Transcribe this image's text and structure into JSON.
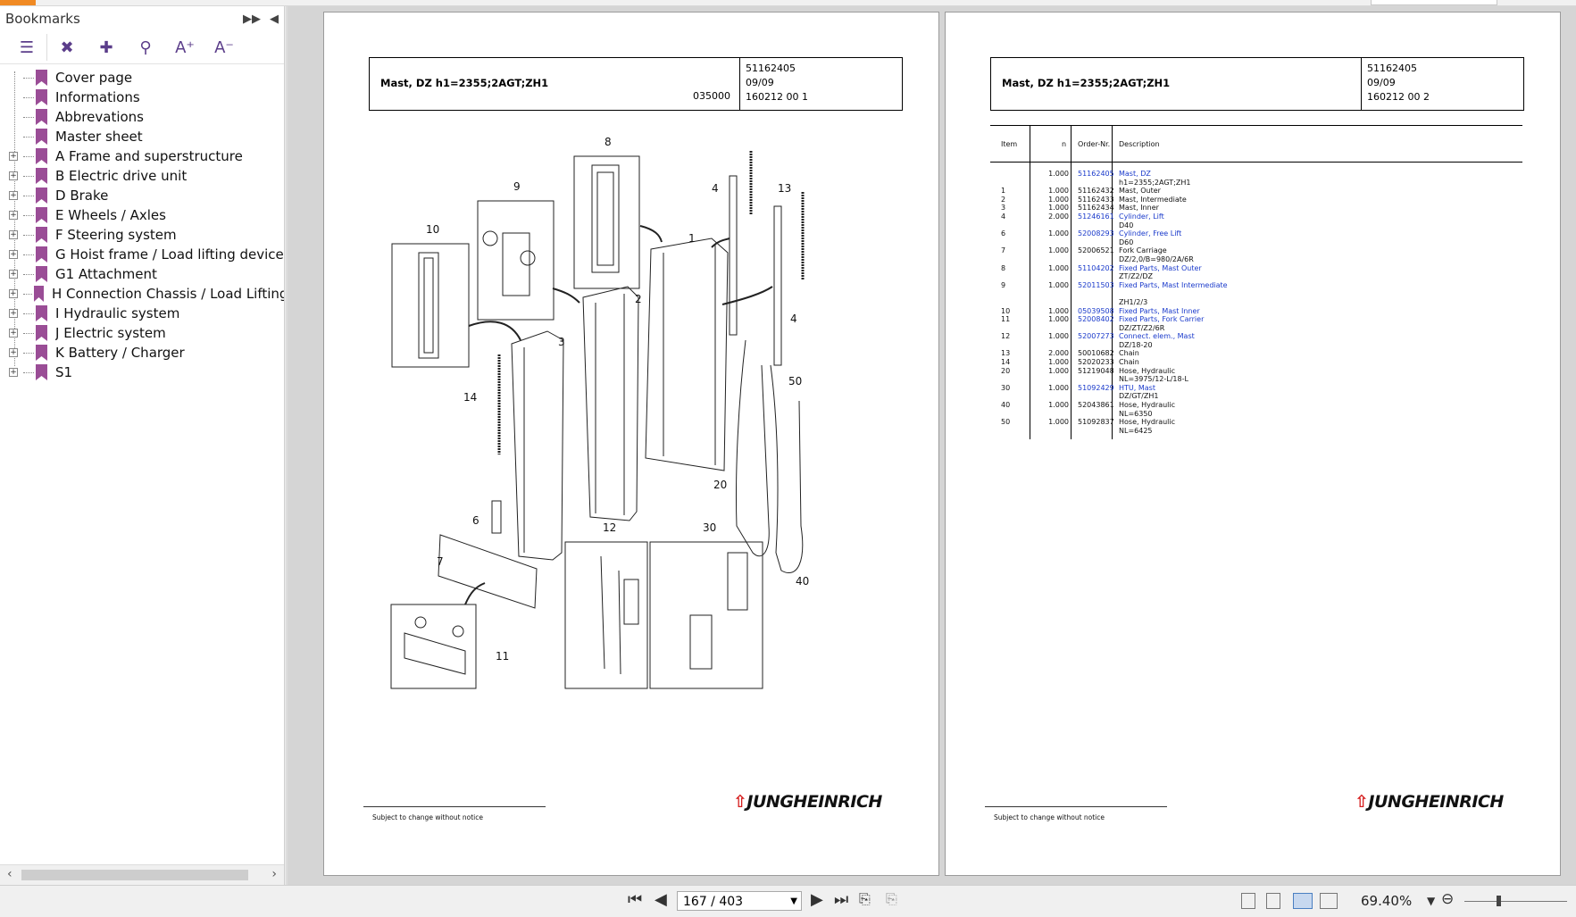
{
  "panel": {
    "title": "Bookmarks",
    "items": [
      {
        "label": "Cover page",
        "expandable": false
      },
      {
        "label": "Informations",
        "expandable": false
      },
      {
        "label": "Abbrevations",
        "expandable": false
      },
      {
        "label": "Master sheet",
        "expandable": false
      },
      {
        "label": "A Frame and superstructure",
        "expandable": true
      },
      {
        "label": "B Electric drive unit",
        "expandable": true
      },
      {
        "label": "D Brake",
        "expandable": true
      },
      {
        "label": "E Wheels / Axles",
        "expandable": true
      },
      {
        "label": "F Steering system",
        "expandable": true
      },
      {
        "label": "G Hoist frame / Load lifting device",
        "expandable": true
      },
      {
        "label": "G1 Attachment",
        "expandable": true
      },
      {
        "label": "H Connection Chassis / Load Lifting Devi",
        "expandable": true
      },
      {
        "label": "I Hydraulic system",
        "expandable": true
      },
      {
        "label": "J Electric system",
        "expandable": true
      },
      {
        "label": "K Battery / Charger",
        "expandable": true
      },
      {
        "label": "S1",
        "expandable": true
      }
    ]
  },
  "page1": {
    "title": "Mast, DZ h1=2355;2AGT;ZH1",
    "code": "035000",
    "meta": [
      "51162405",
      "09/09",
      "160212 00 1"
    ],
    "footer": "Subject to change without notice",
    "logo": "JUNGHEINRICH",
    "callouts": [
      "8",
      "9",
      "10",
      "1",
      "2",
      "3",
      "4",
      "13",
      "4",
      "14",
      "6",
      "7",
      "12",
      "30",
      "11",
      "20",
      "50",
      "40"
    ]
  },
  "page2": {
    "title": "Mast, DZ h1=2355;2AGT;ZH1",
    "meta": [
      "51162405",
      "09/09",
      "160212 00 2"
    ],
    "footer": "Subject to change without notice",
    "logo": "JUNGHEINRICH",
    "columns": [
      "Item",
      "n",
      "Order-Nr.",
      "Description"
    ],
    "rows": [
      {
        "item": "",
        "n": "1.000",
        "order": "51162405",
        "desc": "Mast, DZ",
        "link": true
      },
      {
        "item": "",
        "n": "",
        "order": "",
        "desc": "h1=2355;2AGT;ZH1",
        "link": false
      },
      {
        "item": "1",
        "n": "1.000",
        "order": "51162432",
        "desc": "Mast, Outer",
        "link": false
      },
      {
        "item": "2",
        "n": "1.000",
        "order": "51162433",
        "desc": "Mast, Intermediate",
        "link": false
      },
      {
        "item": "3",
        "n": "1.000",
        "order": "51162434",
        "desc": "Mast, Inner",
        "link": false
      },
      {
        "item": "4",
        "n": "2.000",
        "order": "51246161",
        "desc": "Cylinder, Lift",
        "link": true
      },
      {
        "item": "",
        "n": "",
        "order": "",
        "desc": "D40",
        "link": false
      },
      {
        "item": "6",
        "n": "1.000",
        "order": "52008293",
        "desc": "Cylinder, Free Lift",
        "link": true
      },
      {
        "item": "",
        "n": "",
        "order": "",
        "desc": "D60",
        "link": false
      },
      {
        "item": "7",
        "n": "1.000",
        "order": "52006521",
        "desc": "Fork Carriage",
        "link": false
      },
      {
        "item": "",
        "n": "",
        "order": "",
        "desc": "DZ/2,0/B=980/2A/6R",
        "link": false
      },
      {
        "item": "8",
        "n": "1.000",
        "order": "51104202",
        "desc": "Fixed Parts, Mast Outer",
        "link": true
      },
      {
        "item": "",
        "n": "",
        "order": "",
        "desc": "ZT/Z2/DZ",
        "link": false
      },
      {
        "item": "9",
        "n": "1.000",
        "order": "52011503",
        "desc": "Fixed Parts, Mast  Intermediate",
        "link": true
      },
      {
        "item": "",
        "n": "",
        "order": "",
        "desc": "",
        "link": false
      },
      {
        "item": "",
        "n": "",
        "order": "",
        "desc": "ZH1/2/3",
        "link": false
      },
      {
        "item": "10",
        "n": "1.000",
        "order": "05039508",
        "desc": "Fixed Parts, Mast  Inner",
        "link": true
      },
      {
        "item": "11",
        "n": "1.000",
        "order": "52008402",
        "desc": "Fixed Parts, Fork Carrier",
        "link": true
      },
      {
        "item": "",
        "n": "",
        "order": "",
        "desc": "DZ/ZT/Z2/6R",
        "link": false
      },
      {
        "item": "12",
        "n": "1.000",
        "order": "52007273",
        "desc": "Connect. elem., Mast",
        "link": true
      },
      {
        "item": "",
        "n": "",
        "order": "",
        "desc": "DZ/18-20",
        "link": false
      },
      {
        "item": "13",
        "n": "2.000",
        "order": "50010682",
        "desc": "Chain",
        "link": false
      },
      {
        "item": "14",
        "n": "1.000",
        "order": "52020233",
        "desc": "Chain",
        "link": false
      },
      {
        "item": "20",
        "n": "1.000",
        "order": "51219048",
        "desc": "Hose, Hydraulic",
        "link": false
      },
      {
        "item": "",
        "n": "",
        "order": "",
        "desc": "NL=3975/12-L/18-L",
        "link": false
      },
      {
        "item": "30",
        "n": "1.000",
        "order": "51092429",
        "desc": "HTU, Mast",
        "link": true
      },
      {
        "item": "",
        "n": "",
        "order": "",
        "desc": "DZ/GT/ZH1",
        "link": false
      },
      {
        "item": "40",
        "n": "1.000",
        "order": "52043861",
        "desc": "Hose, Hydraulic",
        "link": false
      },
      {
        "item": "",
        "n": "",
        "order": "",
        "desc": "NL=6350",
        "link": false
      },
      {
        "item": "50",
        "n": "1.000",
        "order": "51092837",
        "desc": "Hose, Hydraulic",
        "link": false
      },
      {
        "item": "",
        "n": "",
        "order": "",
        "desc": "NL=6425",
        "link": false
      }
    ]
  },
  "nav": {
    "page": "167 / 403",
    "zoom": "69.40%"
  },
  "colors": {
    "link": "#1a3acb",
    "bookmark": "#9a4d96",
    "logo_arrow": "#d51d1d"
  }
}
